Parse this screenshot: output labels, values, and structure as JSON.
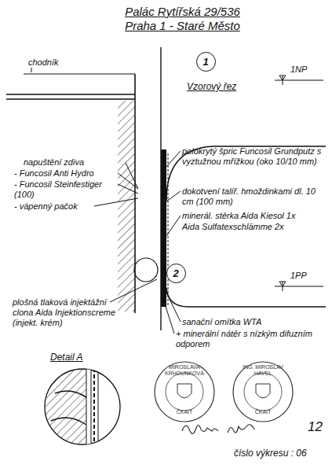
{
  "diagram": {
    "title": "Palác Rytířská 29/536 Praha 1 - Staré Město",
    "nodes": [
      {
        "text": [
          "1"
        ]
      },
      {
        "text": [
          "2"
        ]
      }
    ],
    "labels": [
      "chodník",
      "1NP",
      "Vzorový řez",
      "napuštění zdiva",
      "- Funcosil Anti Hydro",
      "- Funcosil Steinfestiger (100)",
      "- vápenný pačok",
      "plošná tlaková injektážní clona Aida Injektionscreme (injekt. krém)",
      "polokrytý špric Funcosil Grundputz s vyztužnou mřížkou (oko 10/10 mm)",
      "dokotvení talíř. hmoždinkami dl. 10 cm (100 mm)",
      "minerál. stěrka Aida Kiesol 1x",
      "Aida Sulfatexschlämme 2x",
      "1PP",
      "sanační omítka WTA",
      "+ minerální nátěr s nízkým difuzním odporem",
      "Detail A",
      "MIROSLAVA KRHOUNKOVÁ",
      "ČKAIT",
      "ING. MIROSLAV HAVEL",
      "ČKAIT",
      "12",
      "číslo výkresu : 06"
    ]
  }
}
